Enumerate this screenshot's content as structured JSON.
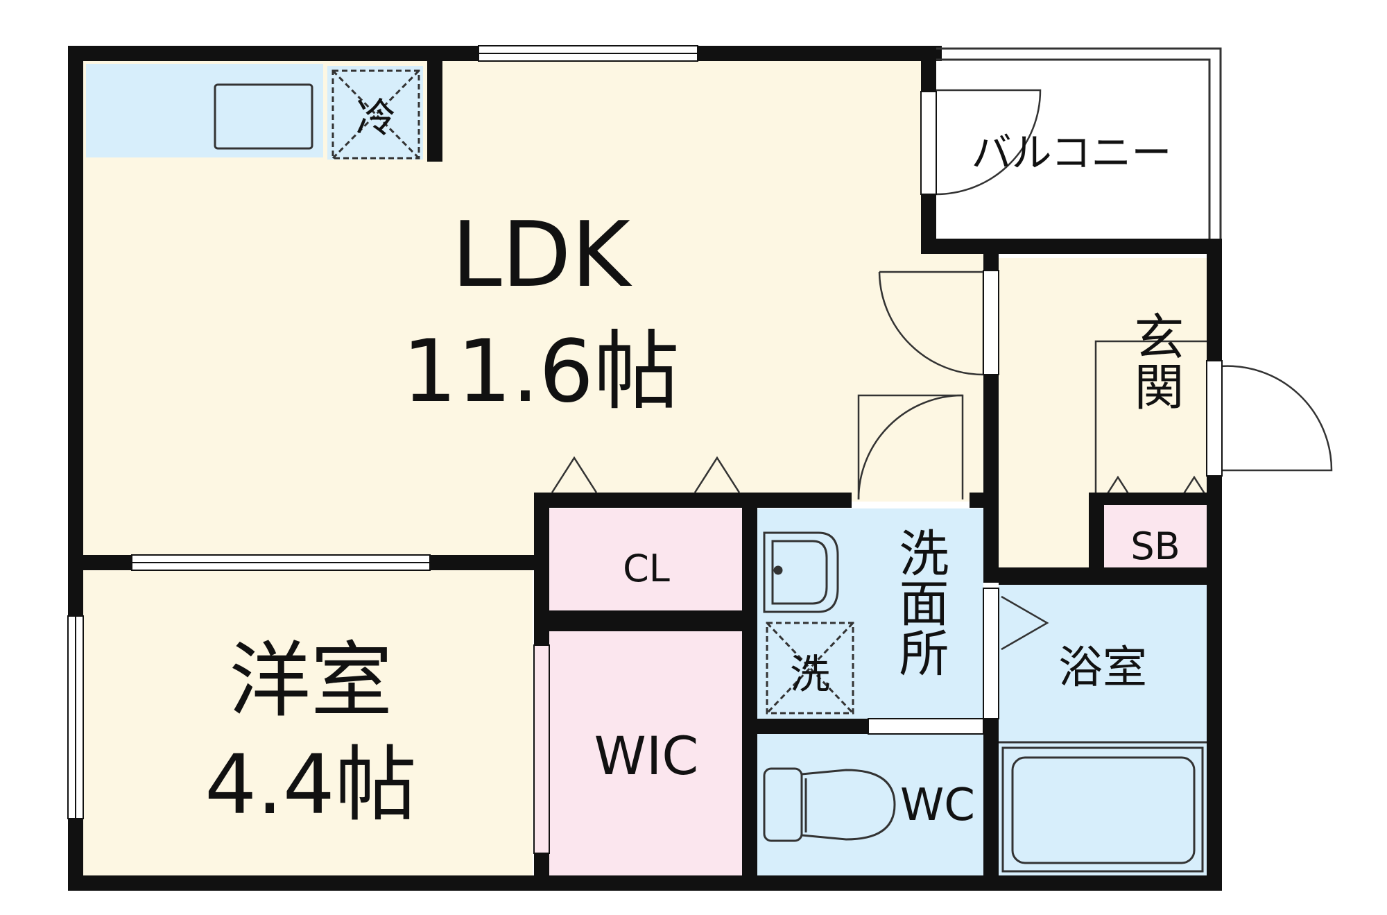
{
  "rooms": {
    "ldk": {
      "name": "LDK",
      "size": "11.6帖"
    },
    "western": {
      "name": "洋室",
      "size": "4.4帖"
    },
    "balcony": {
      "name": "バルコニー"
    },
    "entrance": {
      "name": "玄関"
    },
    "shoe_box": {
      "name": "SB"
    },
    "closet": {
      "name": "CL"
    },
    "walk_in_closet": {
      "name": "WIC"
    },
    "washroom": {
      "name": "洗面所"
    },
    "bathroom": {
      "name": "浴室"
    },
    "toilet": {
      "name": "WC"
    }
  },
  "fixtures": {
    "fridge": "冷",
    "washer": "洗"
  },
  "colors": {
    "wall": "#111111",
    "living_floor": "#fdf7e3",
    "wet_area": "#d7eefb",
    "closet": "#fbe6ee",
    "kitchen": "#d7eefb",
    "exterior": "#ffffff"
  }
}
